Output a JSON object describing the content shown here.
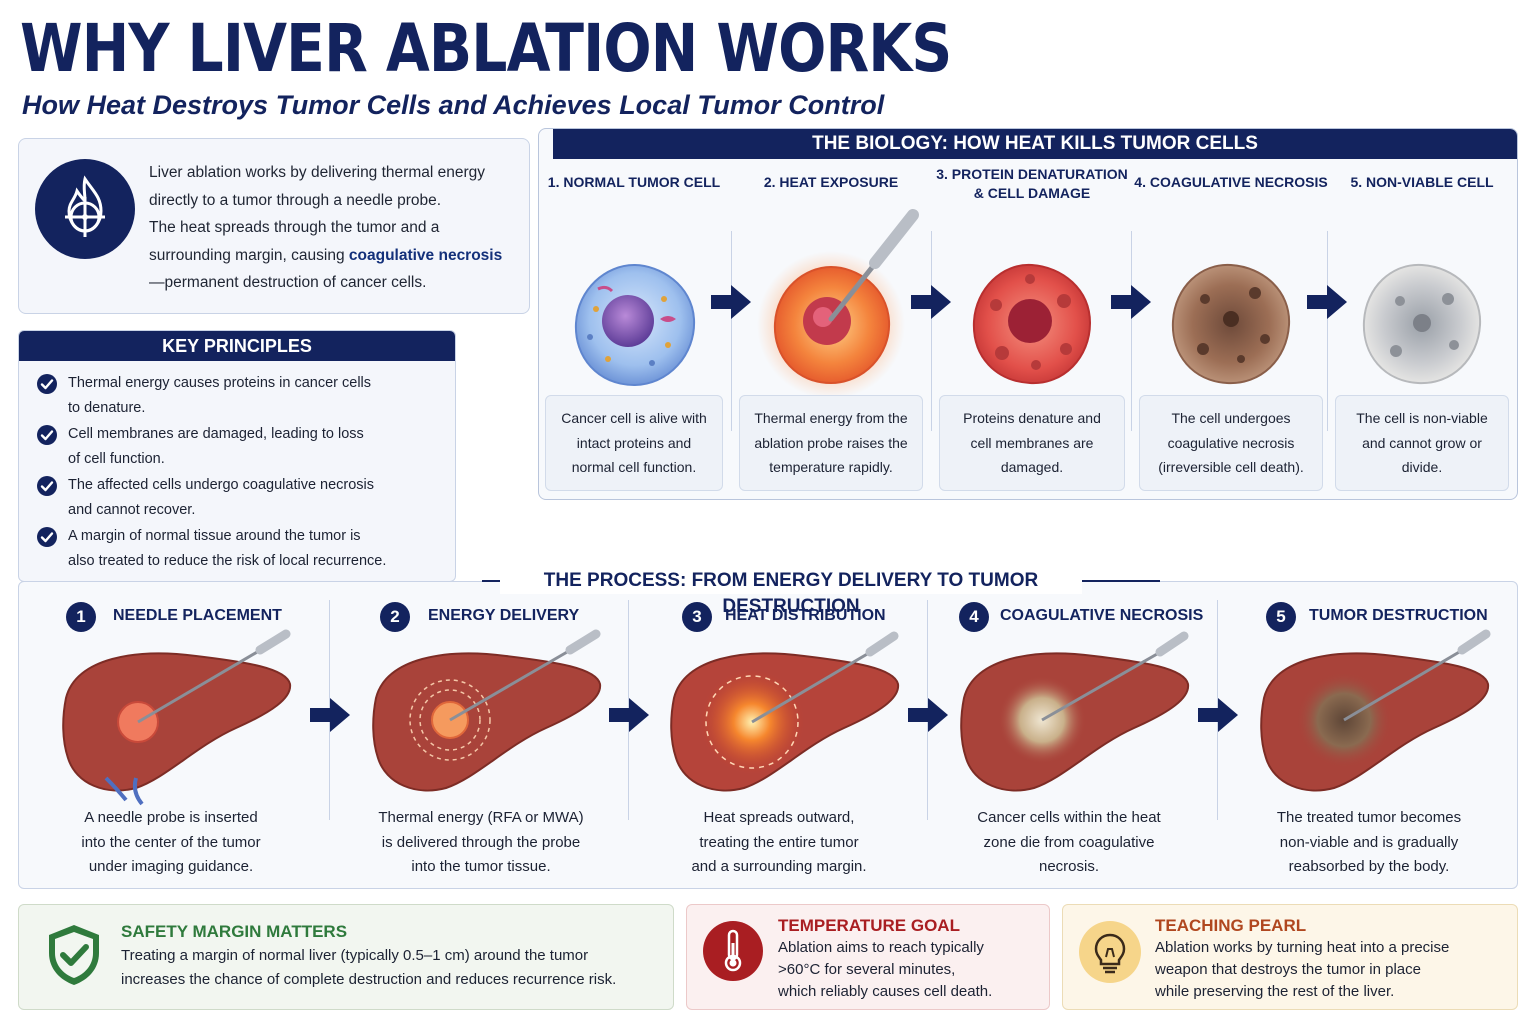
{
  "header": {
    "title": "WHY LIVER ABLATION WORKS",
    "subtitle": "How Heat Destroys Tumor Cells and Achieves Local Tumor Control"
  },
  "intro": {
    "line1": "Liver ablation works by delivering thermal energy",
    "line2": "directly to a tumor through a needle probe.",
    "line3": "The heat spreads through the tumor and a",
    "line4_pre": "surrounding margin, causing ",
    "line4_highlight": "coagulative necrosis",
    "line5": "—permanent destruction of cancer cells.",
    "icon": "flame-target-icon"
  },
  "key_principles": {
    "heading": "KEY PRINCIPLES",
    "items": [
      {
        "l1": "Thermal energy causes proteins in cancer cells",
        "l2": "to denature."
      },
      {
        "l1": "Cell membranes are damaged, leading to loss",
        "l2": "of cell function."
      },
      {
        "l1": "The affected cells undergo coagulative necrosis",
        "l2": "and cannot recover."
      },
      {
        "l1": "A margin of normal tissue around the tumor is",
        "l2": "also treated to reduce the risk of local recurrence."
      }
    ]
  },
  "biology": {
    "heading": "THE BIOLOGY: HOW HEAT KILLS TUMOR CELLS",
    "stages": [
      {
        "t1": "1. NORMAL TUMOR CELL",
        "t2": "",
        "d1": "Cancer cell is alive with",
        "d2": "intact proteins and",
        "d3": "normal cell function."
      },
      {
        "t1": "2. HEAT EXPOSURE",
        "t2": "",
        "d1": "Thermal energy from the",
        "d2": "ablation probe raises the",
        "d3": "temperature rapidly."
      },
      {
        "t1": "3. PROTEIN DENATURATION",
        "t2": "& CELL DAMAGE",
        "d1": "Proteins denature and",
        "d2": "cell membranes are",
        "d3": "damaged."
      },
      {
        "t1": "4. COAGULATIVE NECROSIS",
        "t2": "",
        "d1": "The cell undergoes",
        "d2": "coagulative necrosis",
        "d3": "(irreversible cell death)."
      },
      {
        "t1": "5. NON-VIABLE CELL",
        "t2": "",
        "d1": "The cell is non-viable",
        "d2": "and cannot grow or",
        "d3": "divide."
      }
    ],
    "colors": {
      "normal": "#8fb4ec",
      "heat": "#f07a3a",
      "damage": "#e2504a",
      "necrosis": "#9c6e55",
      "nonviable": "#c9c9c9"
    }
  },
  "process": {
    "heading": "THE PROCESS: FROM ENERGY DELIVERY TO TUMOR DESTRUCTION",
    "steps": [
      {
        "num": "1",
        "label": "NEEDLE PLACEMENT",
        "d1": "A needle probe is inserted",
        "d2": "into the center of the tumor",
        "d3": "under imaging guidance."
      },
      {
        "num": "2",
        "label": "ENERGY DELIVERY",
        "d1": "Thermal energy (RFA or MWA)",
        "d2": "is delivered through the probe",
        "d3": "into the tumor tissue."
      },
      {
        "num": "3",
        "label": "HEAT DISTRIBUTION",
        "d1": "Heat spreads outward,",
        "d2": "treating the entire tumor",
        "d3": "and a surrounding margin."
      },
      {
        "num": "4",
        "label": "COAGULATIVE NECROSIS",
        "d1": "Cancer cells within the heat",
        "d2": "zone die from coagulative",
        "d3": "necrosis."
      },
      {
        "num": "5",
        "label": "TUMOR DESTRUCTION",
        "d1": "The treated tumor becomes",
        "d2": "non-viable and is gradually",
        "d3": "reabsorbed by the body."
      }
    ]
  },
  "callouts": {
    "safety": {
      "title": "SAFETY MARGIN MATTERS",
      "l1": "Treating a margin of normal liver (typically 0.5–1 cm) around the tumor",
      "l2": "increases the chance of complete destruction and reduces recurrence risk.",
      "icon": "shield-check-icon",
      "color": "#2f7a3c"
    },
    "temperature": {
      "title": "TEMPERATURE GOAL",
      "l1": "Ablation aims to reach typically",
      "l2": ">60°C for several minutes,",
      "l3": "which reliably causes cell death.",
      "icon": "thermometer-icon",
      "color": "#a91e22"
    },
    "pearl": {
      "title": "TEACHING PEARL",
      "l1": "Ablation works by turning heat into a precise",
      "l2": "weapon that destroys the tumor in place",
      "l3": "while preserving the rest of the liver.",
      "icon": "lightbulb-icon",
      "color": "#b0471f"
    }
  }
}
